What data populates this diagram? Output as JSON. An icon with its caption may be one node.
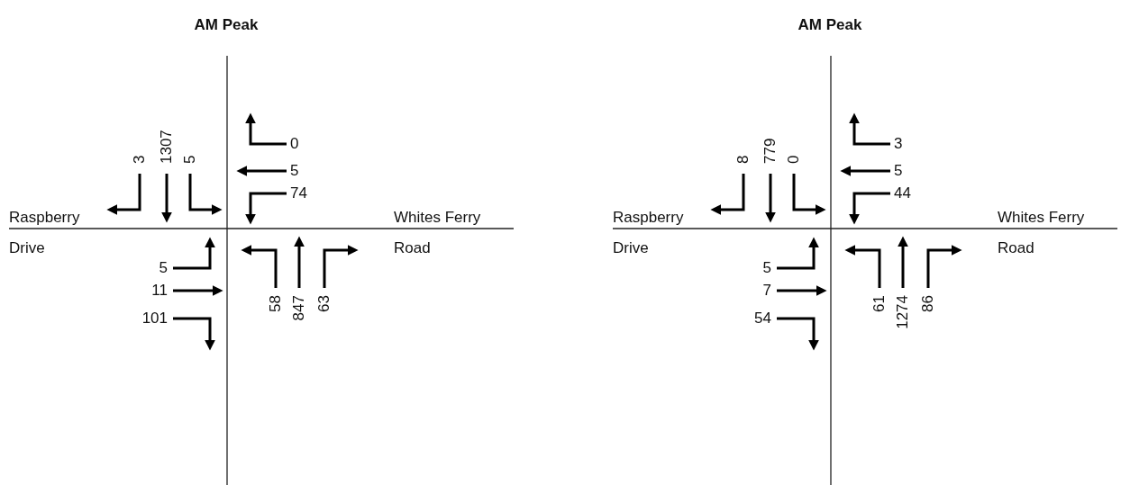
{
  "diagram": {
    "labels": [
      "AM Peak",
      "3",
      "1307",
      "5",
      "0",
      "5",
      "74",
      "Raspberry Drive",
      "Whites Ferry Road",
      "5",
      "11",
      "101",
      "58",
      "847",
      "63",
      "AM Peak",
      "8",
      "779",
      "0",
      "3",
      "5",
      "44",
      "Raspberry Drive",
      "Whites Ferry Road",
      "5",
      "7",
      "54",
      "61",
      "1274",
      "86"
    ]
  }
}
